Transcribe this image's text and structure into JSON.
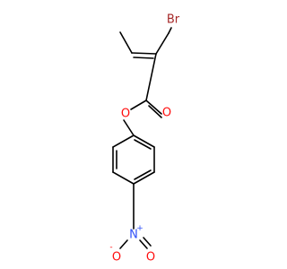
{
  "molecule": {
    "atoms": {
      "bromine": "Br",
      "ester_oxygen": "O",
      "carbonyl_oxygen": "O",
      "nitro_nitrogen": "N",
      "nitro_charge_plus": "+",
      "nitro_oxygen_left": "O",
      "nitro_charge_minus": "-",
      "nitro_oxygen_right": "O"
    },
    "colors": {
      "carbon_bond": "#000000",
      "oxygen": "#ff0d0d",
      "bromine": "#a62929",
      "nitrogen": "#3050f8"
    }
  }
}
